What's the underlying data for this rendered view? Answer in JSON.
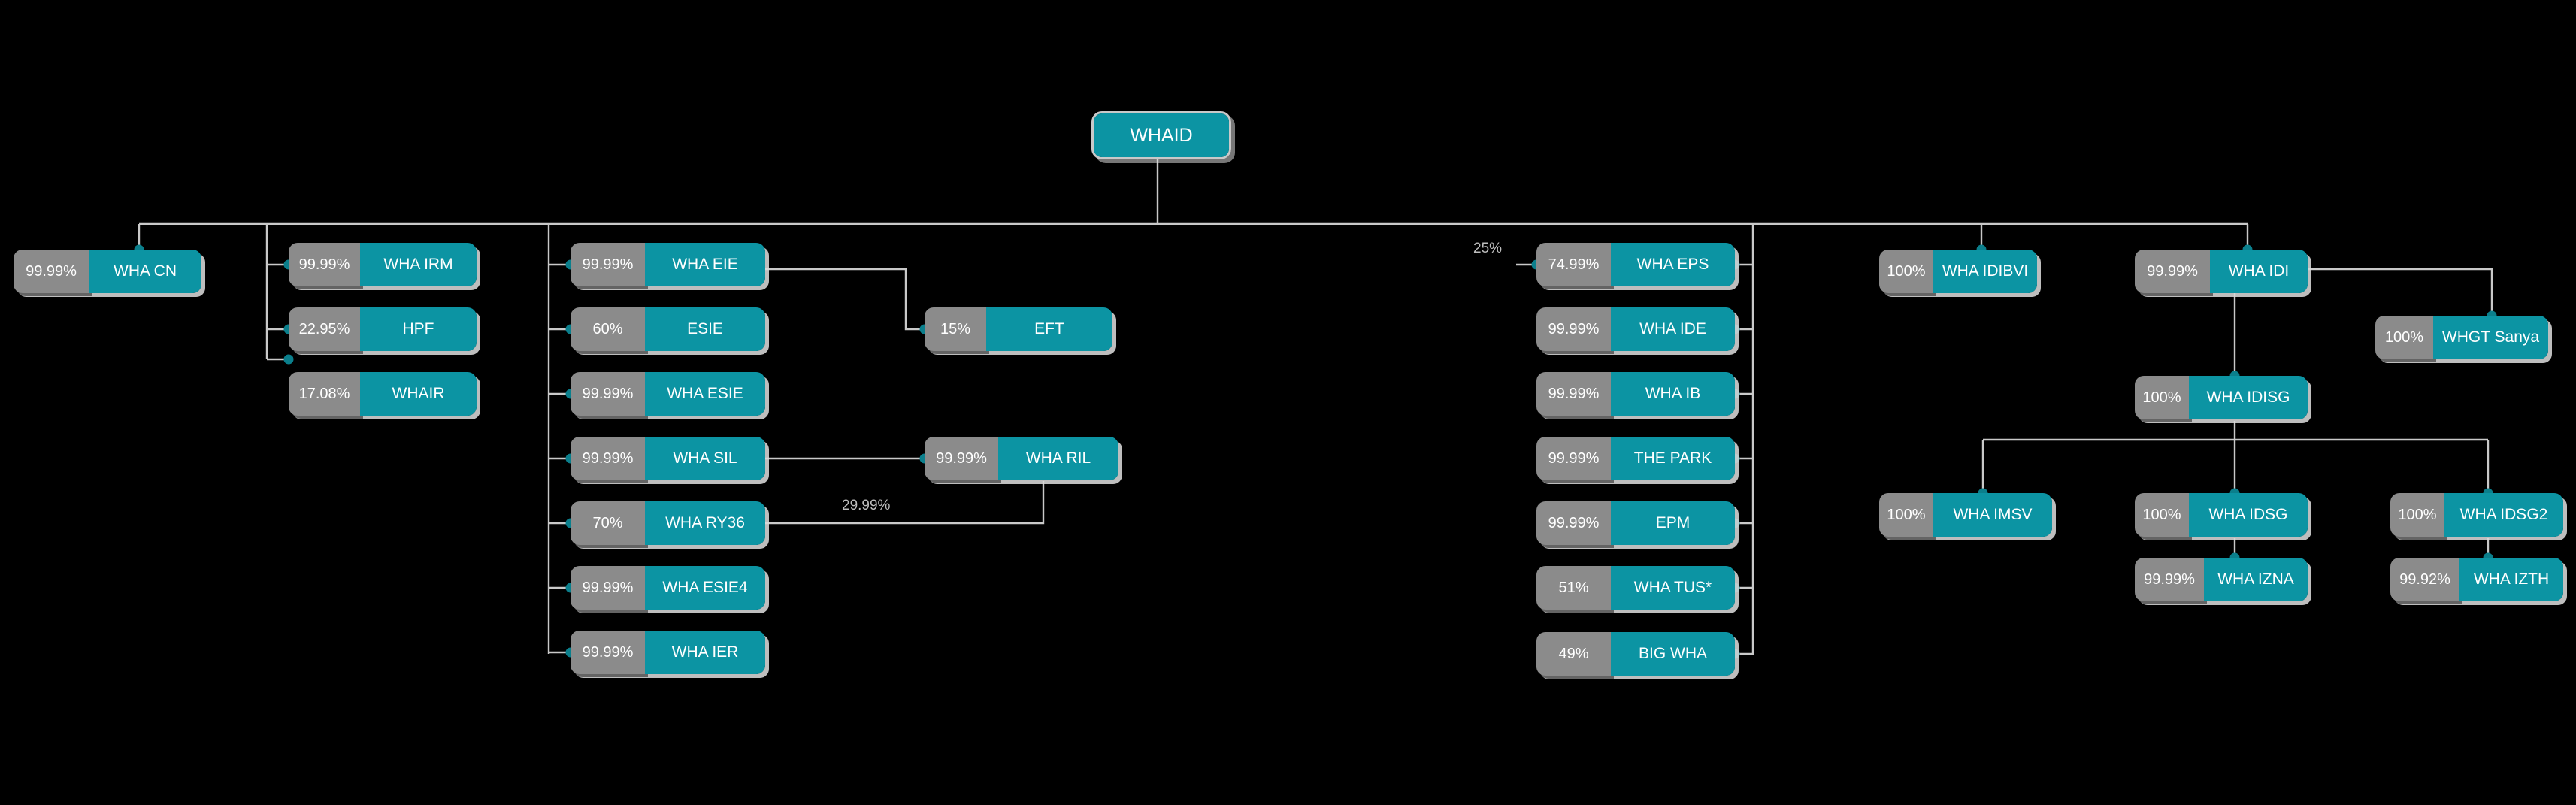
{
  "diagram": {
    "title": "WHAID",
    "background_color": "#000000",
    "node_teal": "#0c94a3",
    "node_gray": "#8b8b8b",
    "line_color": "#c9c9c9",
    "connector_dot_color": "#0b7f8c"
  },
  "root": {
    "label": "WHAID",
    "percent": ""
  },
  "nodes": [
    {
      "id": "wha-cn",
      "percent": "99.99%",
      "label": "WHA CN"
    },
    {
      "id": "wha-irm",
      "percent": "99.99%",
      "label": "WHA IRM"
    },
    {
      "id": "hpf",
      "percent": "22.95%",
      "label": "HPF"
    },
    {
      "id": "whair",
      "percent": "17.08%",
      "label": "WHAIR"
    },
    {
      "id": "wha-eie",
      "percent": "99.99%",
      "label": "WHA EIE"
    },
    {
      "id": "esie",
      "percent": "60%",
      "label": "ESIE"
    },
    {
      "id": "wha-esie",
      "percent": "99.99%",
      "label": "WHA ESIE"
    },
    {
      "id": "wha-sil",
      "percent": "99.99%",
      "label": "WHA SIL"
    },
    {
      "id": "wha-ry36",
      "percent": "70%",
      "label": "WHA RY36"
    },
    {
      "id": "wha-esie4",
      "percent": "99.99%",
      "label": "WHA ESIE4"
    },
    {
      "id": "wha-ier",
      "percent": "99.99%",
      "label": "WHA IER"
    },
    {
      "id": "eft",
      "percent": "15%",
      "label": "EFT"
    },
    {
      "id": "wha-ril",
      "percent": "99.99%",
      "label": "WHA RIL"
    },
    {
      "id": "wha-eps",
      "percent": "74.99%",
      "label": "WHA EPS"
    },
    {
      "id": "wha-ide",
      "percent": "99.99%",
      "label": "WHA IDE"
    },
    {
      "id": "wha-ib",
      "percent": "99.99%",
      "label": "WHA IB"
    },
    {
      "id": "the-park",
      "percent": "99.99%",
      "label": "THE PARK"
    },
    {
      "id": "epm",
      "percent": "99.99%",
      "label": "EPM"
    },
    {
      "id": "wha-tus",
      "percent": "51%",
      "label": "WHA TUS*"
    },
    {
      "id": "big-wha",
      "percent": "49%",
      "label": "BIG WHA"
    },
    {
      "id": "wha-idibvi",
      "percent": "100%",
      "label": "WHA IDIBVI"
    },
    {
      "id": "wha-idi",
      "percent": "99.99%",
      "label": "WHA IDI"
    },
    {
      "id": "whgt-sanya",
      "percent": "100%",
      "label": "WHGT Sanya"
    },
    {
      "id": "wha-idisg",
      "percent": "100%",
      "label": "WHA IDISG"
    },
    {
      "id": "wha-imsv",
      "percent": "100%",
      "label": "WHA IMSV"
    },
    {
      "id": "wha-idsg",
      "percent": "100%",
      "label": "WHA IDSG"
    },
    {
      "id": "wha-idsg2",
      "percent": "100%",
      "label": "WHA IDSG2"
    },
    {
      "id": "wha-izna",
      "percent": "99.99%",
      "label": "WHA IZNA"
    },
    {
      "id": "wha-izth",
      "percent": "99.92%",
      "label": "WHA IZTH"
    }
  ],
  "edge_labels": [
    {
      "id": "edge-eps",
      "text": "25%"
    },
    {
      "id": "edge-ry36",
      "text": "29.99%"
    }
  ]
}
